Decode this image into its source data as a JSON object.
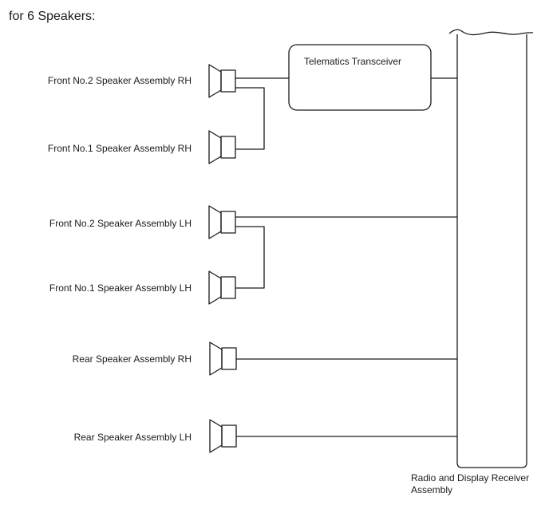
{
  "heading": "for 6 Speakers:",
  "speakers": [
    {
      "label": "Front No.2 Speaker Assembly RH"
    },
    {
      "label": "Front No.1 Speaker Assembly RH"
    },
    {
      "label": "Front No.2 Speaker Assembly LH"
    },
    {
      "label": "Front No.1 Speaker Assembly LH"
    },
    {
      "label": "Rear Speaker Assembly RH"
    },
    {
      "label": "Rear Speaker Assembly LH"
    }
  ],
  "transceiver": {
    "label": "Telematics Transceiver"
  },
  "receiver": {
    "line1": "Radio and Display Receiver",
    "line2": "Assembly"
  },
  "colors": {
    "stroke": "#1a1a1a",
    "background": "#ffffff"
  },
  "icons": {
    "speaker": "speaker-icon"
  }
}
